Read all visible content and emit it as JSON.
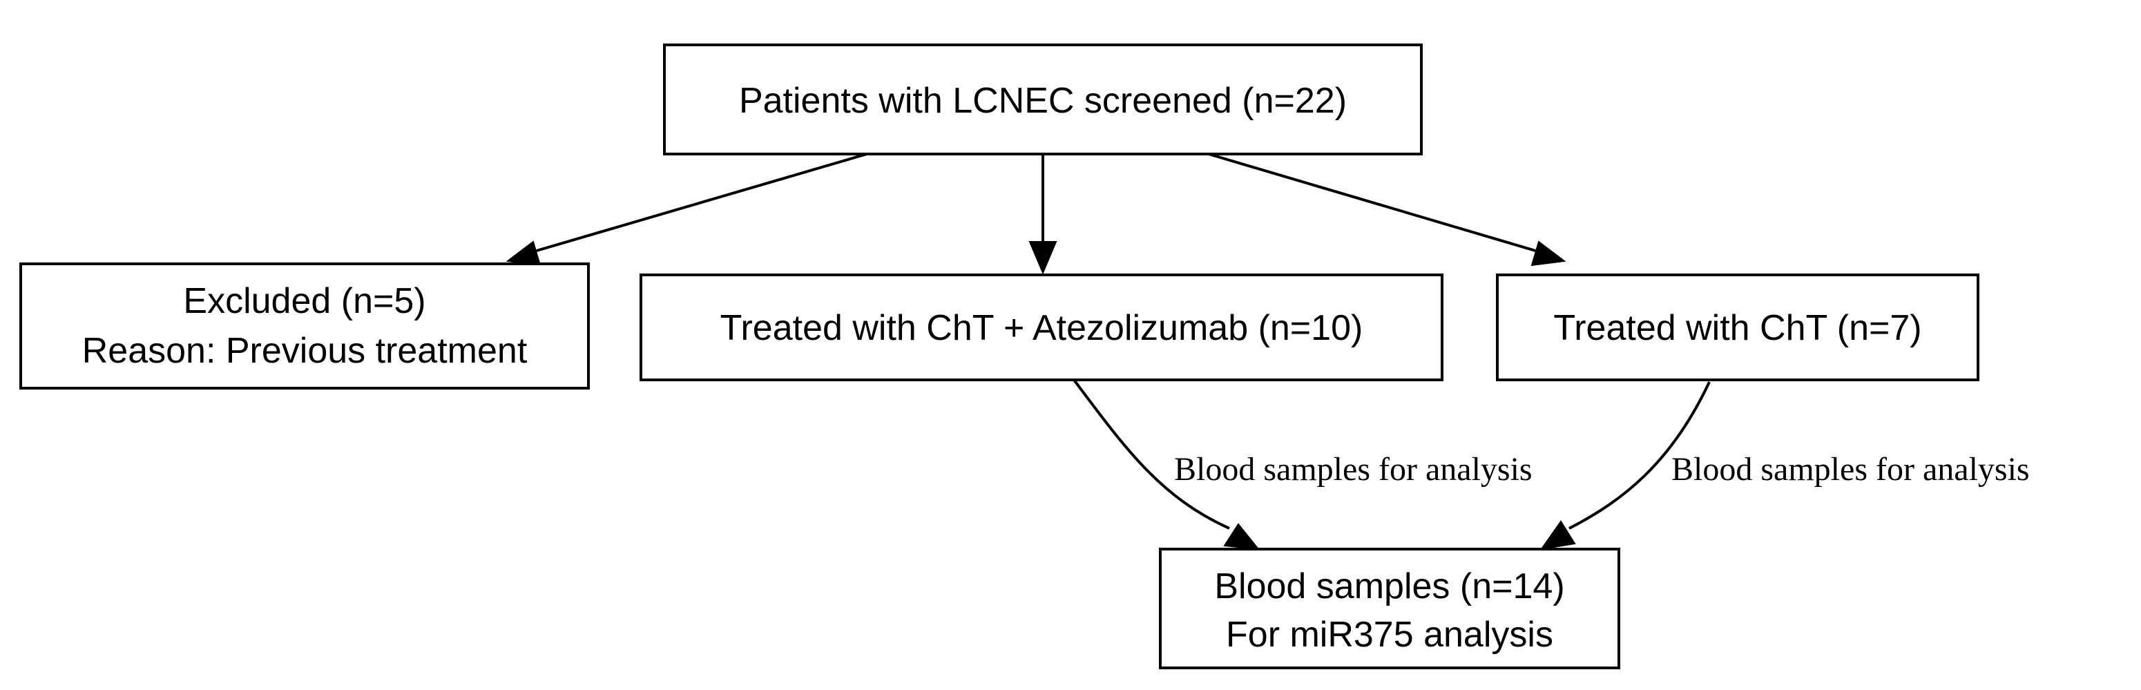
{
  "nodes": {
    "screened": {
      "line1": "Patients with LCNEC screened (n=22)"
    },
    "excluded": {
      "line1": "Excluded (n=5)",
      "line2": "Reason: Previous treatment"
    },
    "cht_atezo": {
      "line1": "Treated with ChT + Atezolizumab (n=10)"
    },
    "cht": {
      "line1": "Treated with ChT (n=7)"
    },
    "blood": {
      "line1": "Blood samples (n=14)",
      "line2": "For miR375 analysis"
    }
  },
  "edges": {
    "left_label": "Blood samples for analysis",
    "right_label": "Blood samples for analysis"
  },
  "colors": {
    "stroke": "#000000",
    "background": "#ffffff"
  }
}
